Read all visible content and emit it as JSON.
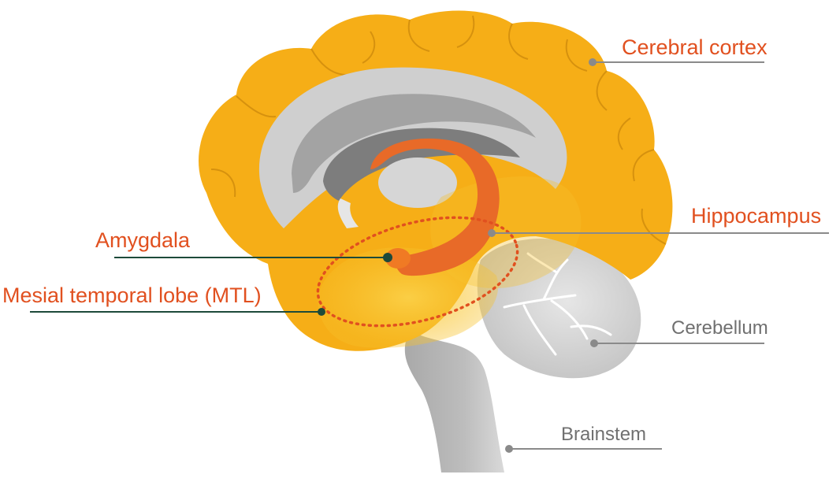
{
  "colors": {
    "cortex": "#f6ae17",
    "cortex_outline": "#e39a10",
    "sulcus_line": "#c9860b",
    "inner_grey_light": "#cfcfcf",
    "inner_grey_mid": "#a3a3a3",
    "inner_grey_dark": "#7d7d7d",
    "hippocampus": "#e86a28",
    "amygdala": "#f07a24",
    "mtl_dots": "#e1501f",
    "label_orange": "#e1501f",
    "label_grey": "#707070",
    "leader_grey": "#8a8a8a",
    "leader_dark": "#1d4a3a"
  },
  "labels": {
    "cerebral_cortex": "Cerebral cortex",
    "hippocampus": "Hippocampus",
    "amygdala": "Amygdala",
    "mtl": "Mesial temporal lobe (MTL)",
    "cerebellum": "Cerebellum",
    "brainstem": "Brainstem"
  }
}
